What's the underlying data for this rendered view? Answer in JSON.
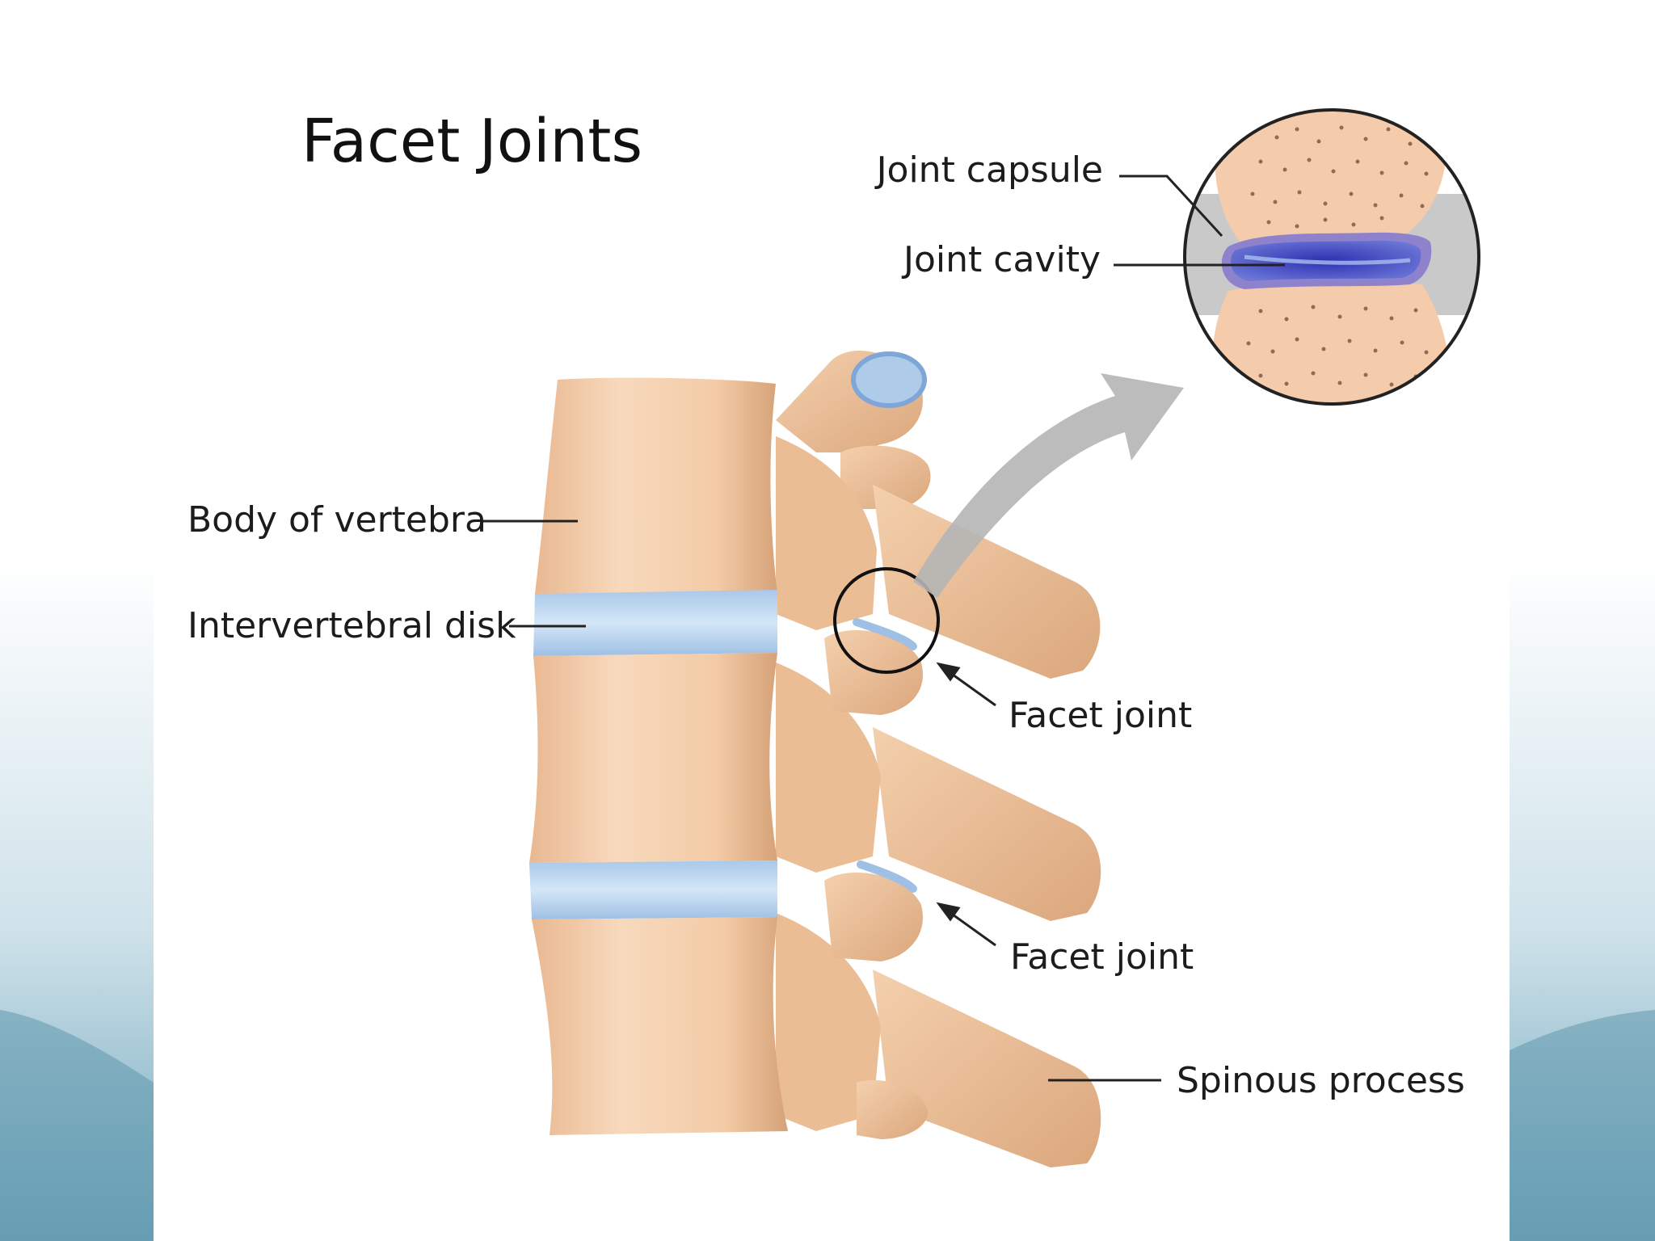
{
  "diagram": {
    "title": "Facet Joints",
    "labels": {
      "joint_capsule": "Joint capsule",
      "joint_cavity": "Joint cavity",
      "body_of_vertebra": "Body of vertebra",
      "intervertebral_disk": "Intervertebral disk",
      "facet_joint_upper": "Facet joint",
      "facet_joint_lower": "Facet joint",
      "spinous_process": "Spinous process"
    }
  },
  "colors": {
    "bone": "#f2c9a3",
    "bone_shadow": "#d9a67c",
    "disk": "#bcd6ef",
    "cavity": "#3b3fb0",
    "capsule_gray": "#c8c8c8",
    "backdrop": "#7fb2c6"
  }
}
